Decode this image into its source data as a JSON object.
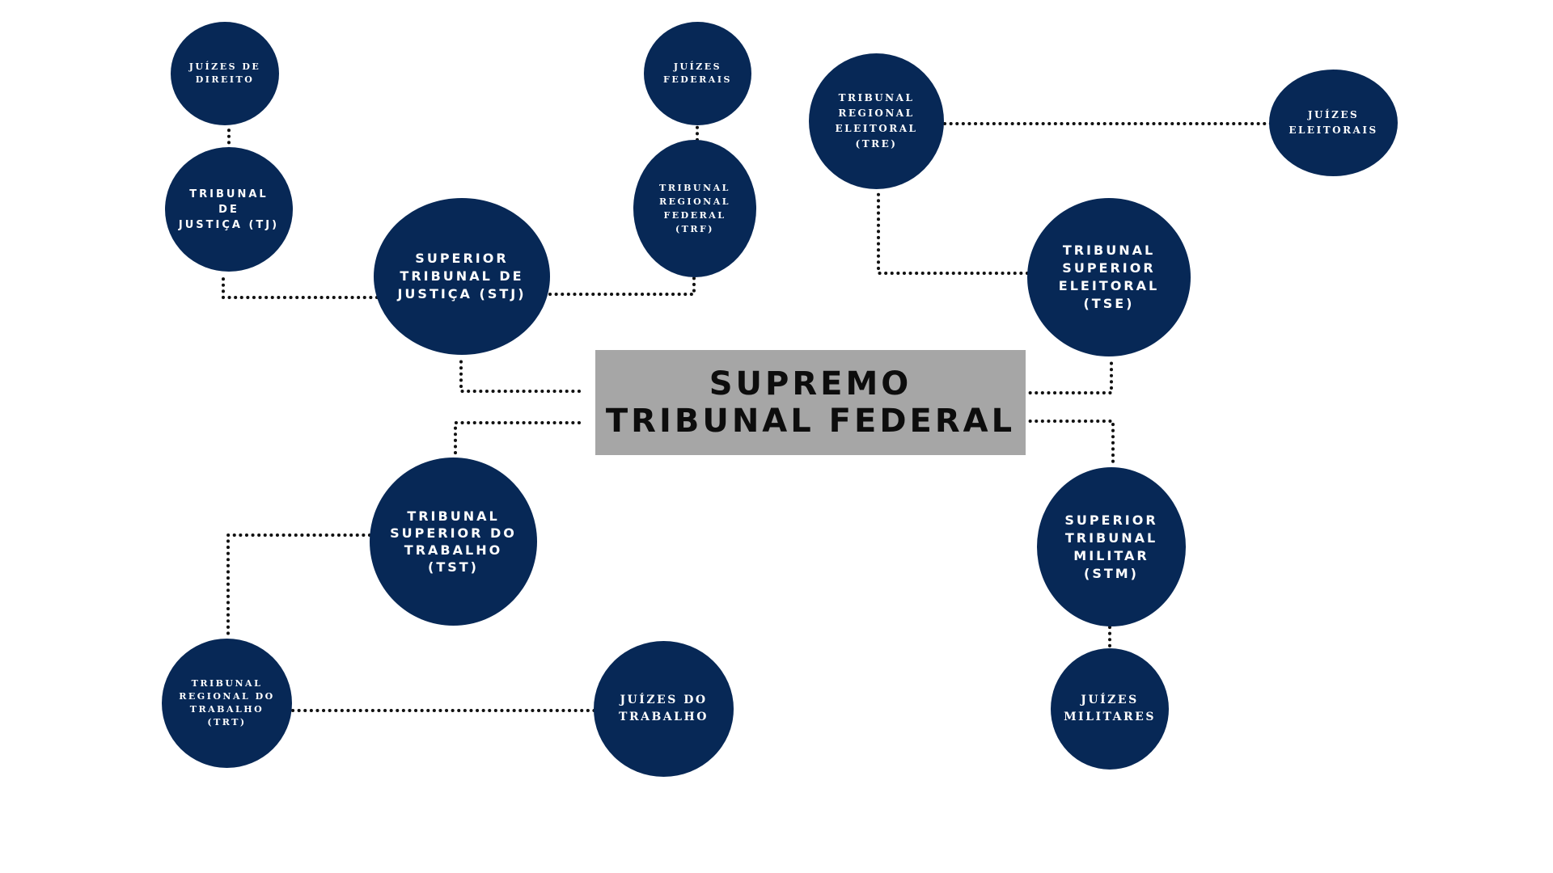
{
  "colors": {
    "node_fill": "#072856",
    "center_fill": "#a6a6a6",
    "connector": "#111111",
    "node_text": "#ffffff",
    "center_text": "#0d0d0d"
  },
  "center": {
    "label": "SUPREMO\nTRIBUNAL FEDERAL"
  },
  "nodes": {
    "stj": "SUPERIOR\nTRIBUNAL DE\nJUSTIÇA (STJ)",
    "tj": "TRIBUNAL DE\nJUSTIÇA (TJ)",
    "juizes_direito": "JUÍZES DE\nDIREITO",
    "trf": "TRIBUNAL\nREGIONAL\nFEDERAL (TRF)",
    "juizes_federais": "JUÍZES\nFEDERAIS",
    "tse": "TRIBUNAL\nSUPERIOR\nELEITORAL\n(TSE)",
    "tre": "TRIBUNAL\nREGIONAL\nELEITORAL\n(TRE)",
    "juizes_eleitorais": "JUÍZES\nELEITORAIS",
    "tst": "TRIBUNAL\nSUPERIOR DO\nTRABALHO\n(TST)",
    "trt": "TRIBUNAL\nREGIONAL DO\nTRABALHO\n(TRT)",
    "juizes_trabalho": "JUÍZES DO\nTRABALHO",
    "stm": "SUPERIOR\nTRIBUNAL\nMILITAR\n(STM)",
    "juizes_militares": "JUÍZES\nMILITARES"
  }
}
